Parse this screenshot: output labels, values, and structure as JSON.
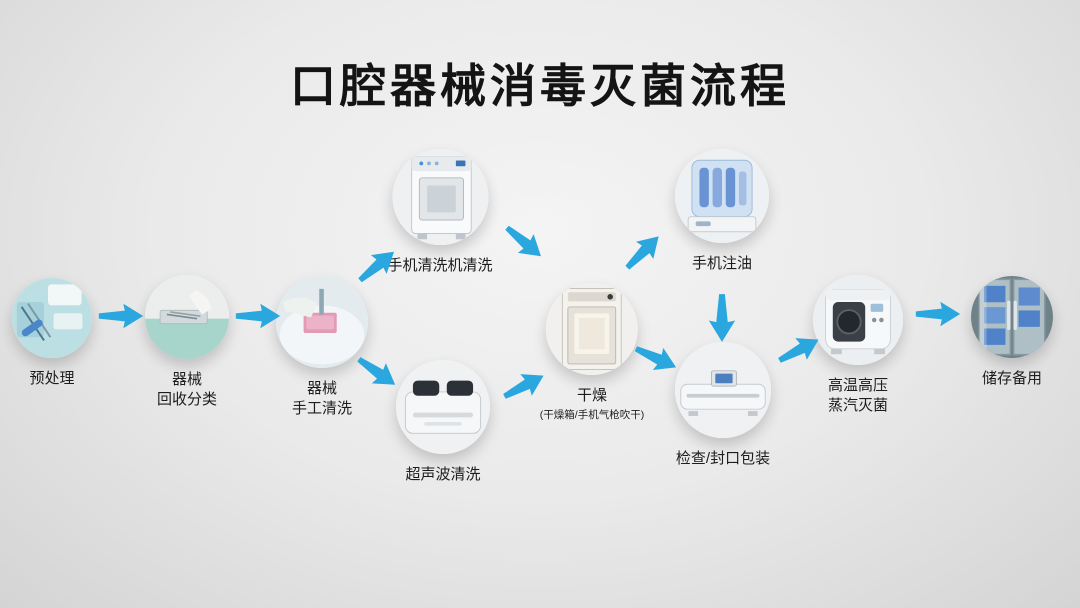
{
  "title": "口腔器械消毒灭菌流程",
  "colors": {
    "accent": "#2AA7DE",
    "title": "#141414",
    "label": "#1d1d1d",
    "background": "#e8e8e8"
  },
  "nodes": [
    {
      "id": "pretreatment",
      "label": "预处理",
      "icon": "instrument-tray-photo"
    },
    {
      "id": "recycle-sort",
      "label": "器械",
      "label2": "回收分类",
      "icon": "recycle-table-photo"
    },
    {
      "id": "manual-wash",
      "label": "器械",
      "label2": "手工清洗",
      "icon": "hand-washing-photo"
    },
    {
      "id": "handpiece-washer",
      "label": "手机清洗机清洗",
      "icon": "handpiece-washer-machine"
    },
    {
      "id": "ultrasonic-clean",
      "label": "超声波清洗",
      "icon": "ultrasonic-cleaner-machine"
    },
    {
      "id": "drying",
      "label": "干燥",
      "sub": "(干燥箱/手机气枪吹干)",
      "icon": "drying-oven-machine"
    },
    {
      "id": "handpiece-oiling",
      "label": "手机注油",
      "icon": "oiling-machine"
    },
    {
      "id": "inspect-seal-pack",
      "label": "检查/封口包装",
      "icon": "sealing-machine"
    },
    {
      "id": "autoclave",
      "label": "高温高压",
      "label2": "蒸汽灭菌",
      "icon": "autoclave-machine"
    },
    {
      "id": "storage",
      "label": "储存备用",
      "icon": "storage-cabinet-photo"
    }
  ],
  "edges": [
    {
      "from": "pretreatment",
      "to": "recycle-sort"
    },
    {
      "from": "recycle-sort",
      "to": "manual-wash"
    },
    {
      "from": "manual-wash",
      "to": "handpiece-washer"
    },
    {
      "from": "manual-wash",
      "to": "ultrasonic-clean"
    },
    {
      "from": "handpiece-washer",
      "to": "drying"
    },
    {
      "from": "ultrasonic-clean",
      "to": "drying"
    },
    {
      "from": "drying",
      "to": "handpiece-oiling"
    },
    {
      "from": "drying",
      "to": "inspect-seal-pack"
    },
    {
      "from": "handpiece-oiling",
      "to": "inspect-seal-pack"
    },
    {
      "from": "inspect-seal-pack",
      "to": "autoclave"
    },
    {
      "from": "autoclave",
      "to": "storage"
    }
  ]
}
